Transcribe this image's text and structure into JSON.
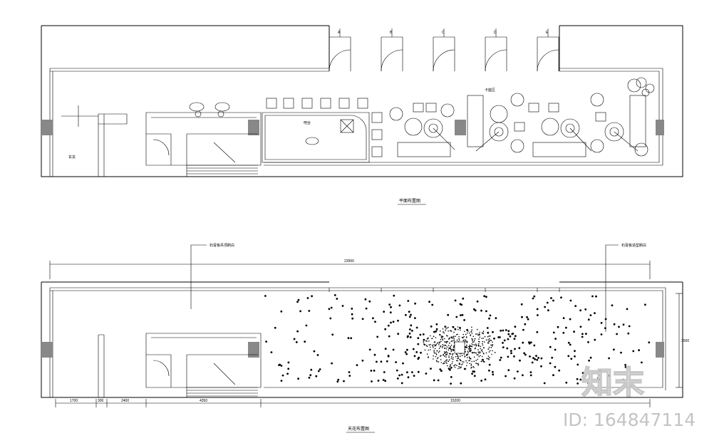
{
  "plans": {
    "top": {
      "caption": "平面布置图",
      "room_labels": [
        "玄关",
        "吧台",
        "卡座区"
      ],
      "elevation_marks": [
        "A",
        "B",
        "C",
        "D",
        "E"
      ]
    },
    "bottom": {
      "caption": "天花布置图",
      "leader_left": "石膏板吊顶刷白",
      "leader_right": "石膏板造型刷白",
      "dimensions": {
        "overall": "23950",
        "segments": [
          "1700",
          "300",
          "2400",
          "4350",
          "15200"
        ],
        "height": "3500"
      }
    }
  },
  "watermark": {
    "logo_text": "知末",
    "id_text": "ID: 164847114"
  },
  "colors": {
    "line": "#000000",
    "wall_fill": "#888888",
    "watermark": "#c4c4c4"
  }
}
